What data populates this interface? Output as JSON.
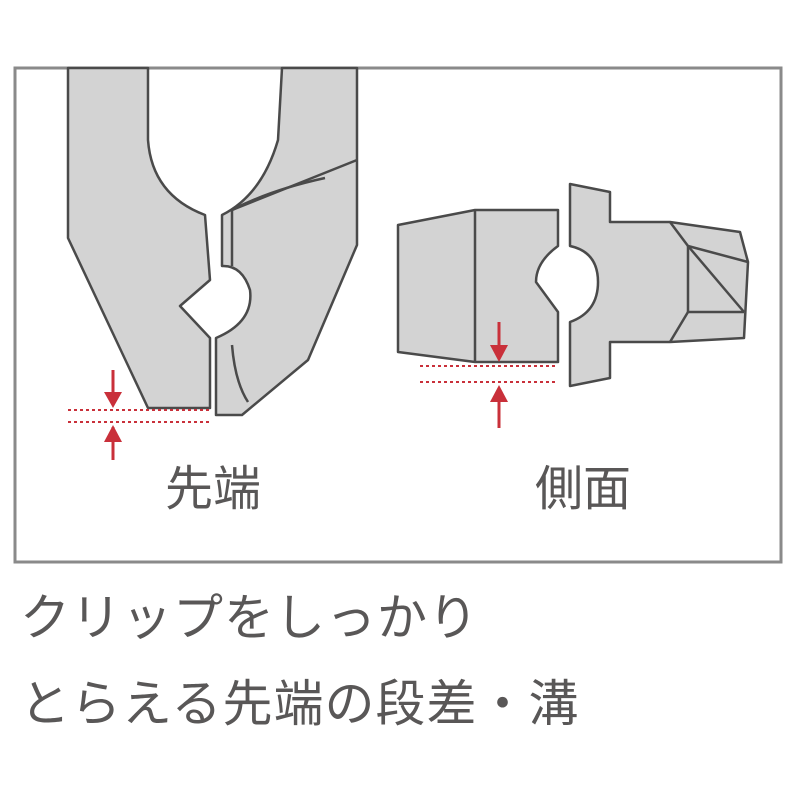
{
  "colors": {
    "frame": "#8a8a8a",
    "part_fill": "#d3d3d3",
    "part_stroke": "#4a4a4a",
    "marker": "#c9303a",
    "label_text": "#595757",
    "caption_text": "#595757"
  },
  "diagram": {
    "label_tip": "先端",
    "label_side": "側面"
  },
  "caption": {
    "line1": "クリップをしっかり",
    "line2": "とらえる先端の段差・溝"
  }
}
